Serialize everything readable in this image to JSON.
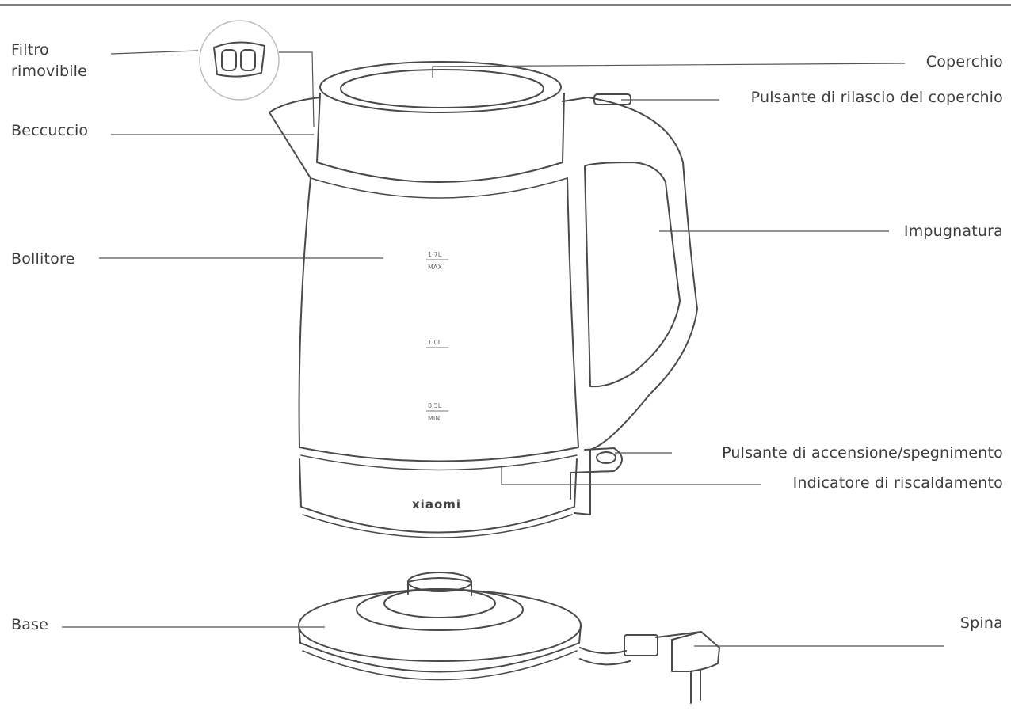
{
  "labels": {
    "filtro_line1": "Filtro",
    "filtro_line2": "rimovibile",
    "beccuccio": "Beccuccio",
    "bollitore": "Bollitore",
    "base": "Base",
    "coperchio": "Coperchio",
    "pulsante_rilascio": "Pulsante di rilascio del coperchio",
    "impugnatura": "Impugnatura",
    "accensione": "Pulsante di accensione/spegnimento",
    "indicatore": "Indicatore di riscaldamento",
    "spina": "Spina"
  },
  "markings": {
    "max_volume": "1,7L",
    "max_text": "MAX",
    "mid_volume": "1,0L",
    "min_volume": "0,5L",
    "min_text": "MIN",
    "brand": "xiaomi"
  },
  "colors": {
    "line": "#4a4a4a",
    "text": "#3c3c3c"
  }
}
